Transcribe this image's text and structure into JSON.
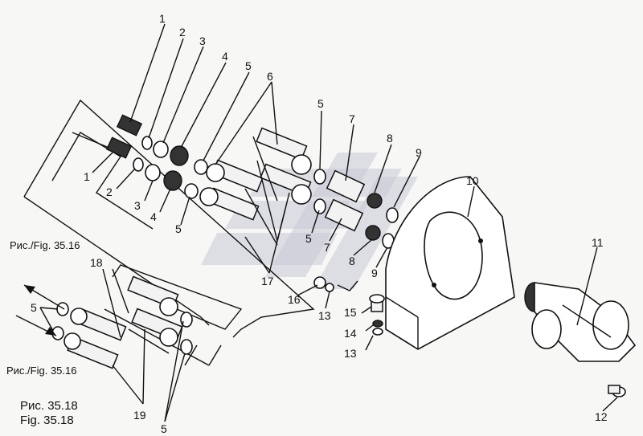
{
  "labels": {
    "p1a": "1",
    "p2a": "2",
    "p3a": "3",
    "p4a": "4",
    "p5a": "5",
    "p6": "6",
    "p1b": "1",
    "p2b": "2",
    "p3b": "3",
    "p4b": "4",
    "p5b": "5",
    "p5c": "5",
    "p7a": "7",
    "p8a": "8",
    "p9a": "9",
    "p10": "10",
    "p11": "11",
    "p5d": "5",
    "p7b": "7",
    "p8b": "8",
    "p9b": "9",
    "p16": "16",
    "p17": "17",
    "p13a": "13",
    "p15": "15",
    "p14": "14",
    "p13b": "13",
    "p18": "18",
    "p5e": "5",
    "p19": "19",
    "p5f": "5",
    "p12": "12"
  },
  "refs": {
    "top": "Рис./Fig. 35.16",
    "bottom": "Рис./Fig. 35.16"
  },
  "caption": {
    "line1": "Рис. 35.18",
    "line2": "Fig. 35.18"
  }
}
